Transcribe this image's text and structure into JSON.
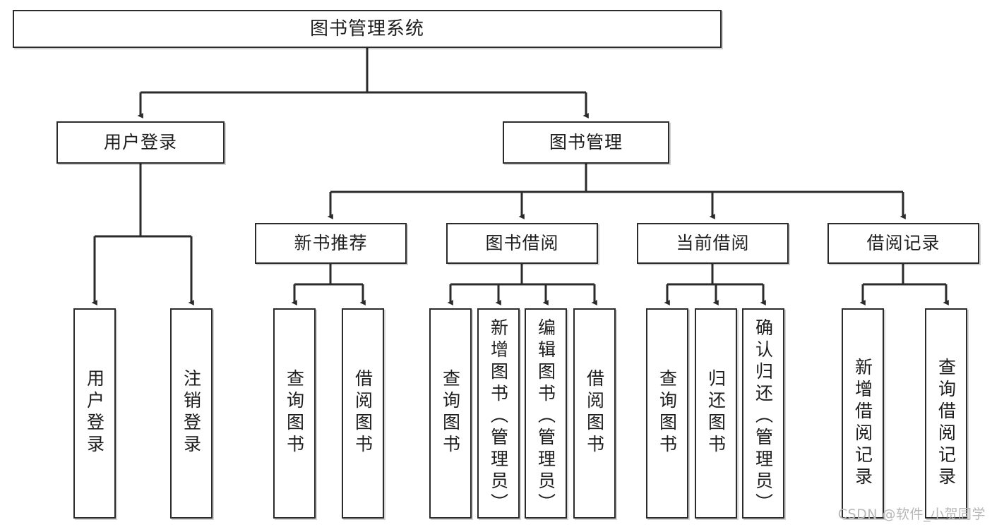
{
  "diagram": {
    "type": "tree",
    "title": "图书管理系统",
    "orientation": "top-down",
    "colors": {
      "background": "#ffffff",
      "node_fill": "#ffffff",
      "node_border": "#2b2b2b",
      "edge": "#2b2b2b",
      "text": "#1d1d1d",
      "watermark": "#b7b7b7"
    },
    "levels": {
      "level0": "系统根节点",
      "level1": "一级功能模块",
      "level2": "二级功能模块",
      "level3": "操作叶节点"
    }
  },
  "root": {
    "label": "图书管理系统"
  },
  "level1": [
    {
      "id": "user-login",
      "label": "用户登录"
    },
    {
      "id": "book-manage",
      "label": "图书管理"
    }
  ],
  "level2": [
    {
      "id": "new-book-rec",
      "label": "新书推荐",
      "parent": "book-manage"
    },
    {
      "id": "book-borrow",
      "label": "图书借阅",
      "parent": "book-manage"
    },
    {
      "id": "current-borrow",
      "label": "当前借阅",
      "parent": "book-manage"
    },
    {
      "id": "borrow-record",
      "label": "借阅记录",
      "parent": "book-manage"
    }
  ],
  "leaves": {
    "user_login": [
      {
        "id": "leaf-user-login",
        "label": "用户登录"
      },
      {
        "id": "leaf-logout",
        "label": "注销登录"
      }
    ],
    "new_book_rec": [
      {
        "id": "leaf-query-book-1",
        "label": "查询图书"
      },
      {
        "id": "leaf-borrow-book-1",
        "label": "借阅图书"
      }
    ],
    "book_borrow": [
      {
        "id": "leaf-query-book-2",
        "label": "查询图书"
      },
      {
        "id": "leaf-add-book",
        "label": "新增图书（管理员）"
      },
      {
        "id": "leaf-edit-book",
        "label": "编辑图书（管理员）"
      },
      {
        "id": "leaf-borrow-book-2",
        "label": "借阅图书"
      }
    ],
    "current_borrow": [
      {
        "id": "leaf-query-book-3",
        "label": "查询图书"
      },
      {
        "id": "leaf-return-book",
        "label": "归还图书"
      },
      {
        "id": "leaf-confirm-return",
        "label": "确认归还（管理员）"
      }
    ],
    "borrow_record": [
      {
        "id": "leaf-add-record",
        "label": "新增借阅记录"
      },
      {
        "id": "leaf-query-record",
        "label": "查询借阅记录"
      }
    ]
  },
  "watermark": {
    "text": "CSDN @软件_小贺同学"
  }
}
